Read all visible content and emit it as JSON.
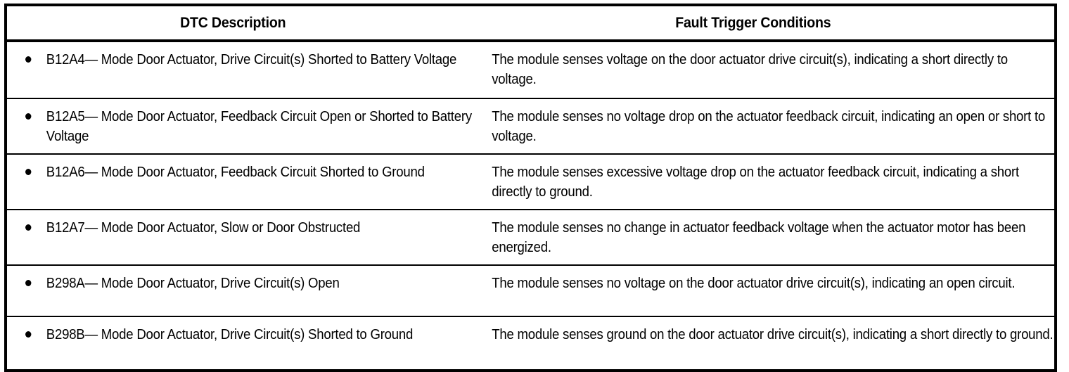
{
  "table": {
    "columns": [
      {
        "key": "dtc_description",
        "header": "DTC Description"
      },
      {
        "key": "fault_trigger_conditions",
        "header": "Fault Trigger Conditions"
      }
    ],
    "rows": [
      {
        "bullet": "bullet-point",
        "dtc_description": "B12A4— Mode Door Actuator, Drive Circuit(s) Shorted to Battery Voltage",
        "fault_trigger_conditions": "The module senses voltage on the door actuator drive circuit(s), indicating a short directly to voltage."
      },
      {
        "bullet": "bullet-point",
        "dtc_description": "B12A5— Mode Door Actuator, Feedback Circuit Open or Shorted to Battery Voltage",
        "fault_trigger_conditions": "The module senses no voltage drop on the actuator feedback circuit, indicating an open or short to voltage."
      },
      {
        "bullet": "bullet-point",
        "dtc_description": "B12A6— Mode Door Actuator, Feedback Circuit Shorted to Ground",
        "fault_trigger_conditions": "The module senses excessive voltage drop on the actuator feedback circuit, indicating a short directly to ground."
      },
      {
        "bullet": "bullet-point",
        "dtc_description": "B12A7— Mode Door Actuator, Slow or Door Obstructed",
        "fault_trigger_conditions": "The module senses no change in actuator feedback voltage when the actuator motor has been energized."
      },
      {
        "bullet": "bullet-point",
        "dtc_description": "B298A— Mode Door Actuator, Drive Circuit(s) Open",
        "fault_trigger_conditions": "The module senses no voltage on the door actuator drive circuit(s), indicating an open circuit."
      },
      {
        "bullet": "bullet-point",
        "dtc_description": "B298B— Mode Door Actuator, Drive Circuit(s) Shorted to Ground",
        "fault_trigger_conditions": "The module senses ground on the door actuator drive circuit(s), indicating a short directly to ground."
      }
    ]
  },
  "colors": {
    "text": "#000000",
    "background": "#ffffff",
    "border": "#000000"
  }
}
